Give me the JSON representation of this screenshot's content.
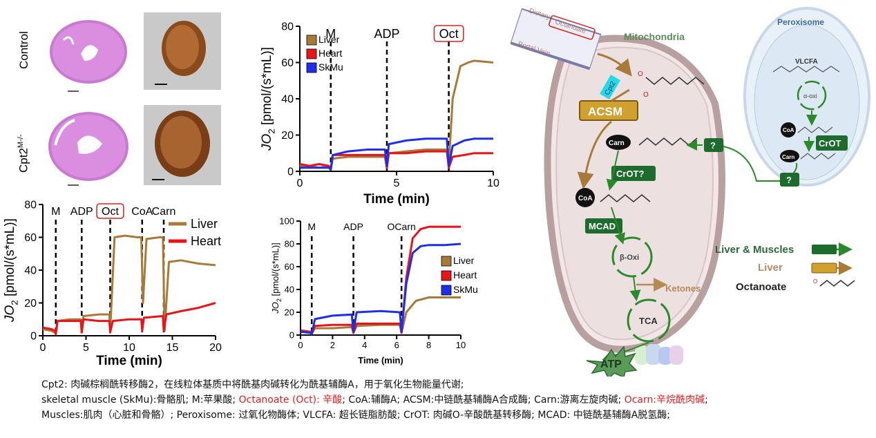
{
  "histology": {
    "row_labels": [
      "Control",
      "Cpt2",
      "M-/-"
    ]
  },
  "colors": {
    "liver": "#a87a3a",
    "heart": "#e8141a",
    "skmu": "#1f2ee8",
    "green": "#2a8a2a",
    "darkgreen": "#1e6b2e",
    "acsm": "#d1a130",
    "octbox": "#d62020"
  },
  "chart_data": [
    {
      "id": "chart_a",
      "type": "line",
      "ylabel_main": "JO",
      "ylabel_sub": "2",
      "ylabel_rest": " [pmol/(s*mL)]",
      "xlabel": "Time (min)",
      "xlim": [
        0,
        10
      ],
      "ylim": [
        0,
        80
      ],
      "xticks": [
        "0",
        "5",
        "10"
      ],
      "yticks": [
        "0",
        "20",
        "40",
        "60",
        "80"
      ],
      "markers": [
        {
          "label": "M",
          "x": 1.6,
          "boxed": false
        },
        {
          "label": "ADP",
          "x": 4.5,
          "boxed": false
        },
        {
          "label": "Oct",
          "x": 7.7,
          "boxed": true
        }
      ],
      "legend": [
        "Liver",
        "Heart",
        "SkMu"
      ],
      "series": [
        {
          "name": "Liver",
          "x": [
            0,
            0.5,
            1.0,
            1.5,
            1.6,
            1.7,
            2.5,
            3.5,
            4.4,
            4.5,
            4.6,
            5.5,
            6.5,
            7.6,
            7.7,
            7.9,
            8.3,
            8.7,
            9.0,
            10.0
          ],
          "y": [
            3,
            3,
            2,
            3,
            1,
            7,
            8,
            8,
            8,
            2,
            10,
            11,
            12,
            12,
            3,
            40,
            58,
            60,
            61,
            60
          ]
        },
        {
          "name": "Heart",
          "x": [
            0,
            0.5,
            1.0,
            1.5,
            1.6,
            1.7,
            2.5,
            3.5,
            4.4,
            4.5,
            4.6,
            5.5,
            6.5,
            7.6,
            7.7,
            7.9,
            8.5,
            9.0,
            10.0
          ],
          "y": [
            4,
            3,
            4,
            3,
            1,
            9,
            9,
            9,
            9,
            2,
            10,
            10,
            11,
            11,
            2,
            8,
            9,
            10,
            10
          ]
        },
        {
          "name": "SkMu",
          "x": [
            0,
            0.5,
            1.0,
            1.5,
            1.6,
            1.7,
            2.5,
            3.5,
            4.4,
            4.5,
            4.6,
            5.5,
            6.5,
            7.6,
            7.7,
            7.9,
            8.5,
            9.0,
            10.0
          ],
          "y": [
            2,
            2,
            2,
            2,
            1,
            9,
            11,
            12,
            12,
            3,
            15,
            17,
            18,
            18,
            3,
            14,
            17,
            18,
            18
          ]
        }
      ]
    },
    {
      "id": "chart_b",
      "type": "line",
      "ylabel_main": "JO",
      "ylabel_sub": "2",
      "ylabel_rest": " [pmol/(s*mL)]",
      "xlabel": "Time (min)",
      "xlim": [
        0,
        20
      ],
      "ylim": [
        0,
        80
      ],
      "xticks": [
        "0",
        "5",
        "10",
        "15",
        "20"
      ],
      "yticks": [
        "0",
        "20",
        "40",
        "60",
        "80"
      ],
      "markers": [
        {
          "label": "M",
          "x": 1.5,
          "boxed": false
        },
        {
          "label": "ADP",
          "x": 4.5,
          "boxed": false
        },
        {
          "label": "Oct",
          "x": 7.8,
          "boxed": true
        },
        {
          "label": "CoA",
          "x": 11.5,
          "boxed": false
        },
        {
          "label": "Carn",
          "x": 14.0,
          "boxed": false
        }
      ],
      "legend": [
        "Liver",
        "Heart"
      ],
      "series": [
        {
          "name": "Liver",
          "x": [
            0,
            1.0,
            1.4,
            1.5,
            1.7,
            3.0,
            4.4,
            4.5,
            4.7,
            6.5,
            7.7,
            7.8,
            8.3,
            9.5,
            11.0,
            11.4,
            11.6,
            12.0,
            13.5,
            13.9,
            14.1,
            14.6,
            16.0,
            18.0,
            20.0
          ],
          "y": [
            4,
            3,
            2,
            1,
            9,
            10,
            10,
            2,
            12,
            13,
            13,
            3,
            60,
            61,
            60,
            60,
            20,
            59,
            60,
            60,
            3,
            45,
            46,
            44,
            43
          ]
        },
        {
          "name": "Heart",
          "x": [
            0,
            1.0,
            1.4,
            1.5,
            1.7,
            3.0,
            4.4,
            4.5,
            4.7,
            6.5,
            7.7,
            7.8,
            8.1,
            10.0,
            11.4,
            11.5,
            11.7,
            13.9,
            14.0,
            14.3,
            16.0,
            18.0,
            20.0
          ],
          "y": [
            5,
            4,
            3,
            1,
            9,
            9,
            9,
            2,
            10,
            9,
            9,
            2,
            9,
            10,
            10,
            3,
            11,
            12,
            3,
            13,
            15,
            17,
            20
          ]
        }
      ]
    },
    {
      "id": "chart_c",
      "type": "line",
      "ylabel_main": "JO",
      "ylabel_sub": "2",
      "ylabel_rest": " [pmol/(s*mL)]",
      "xlabel": "Time (min)",
      "xlim": [
        0,
        10
      ],
      "ylim": [
        0,
        100
      ],
      "xticks": [
        "0",
        "2",
        "4",
        "6",
        "8",
        "10"
      ],
      "yticks": [
        "0",
        "20",
        "40",
        "60",
        "80",
        "100"
      ],
      "markers": [
        {
          "label": "M",
          "x": 0.7,
          "boxed": false
        },
        {
          "label": "ADP",
          "x": 3.3,
          "boxed": false
        },
        {
          "label": "OCarn",
          "x": 6.3,
          "boxed": false
        }
      ],
      "legend": [
        "Liver",
        "Heart",
        "SkMu"
      ],
      "series": [
        {
          "name": "Liver",
          "x": [
            0,
            0.6,
            0.7,
            0.9,
            2.0,
            3.2,
            3.3,
            3.5,
            5.0,
            6.2,
            6.3,
            6.6,
            7.2,
            8.0,
            9.0,
            10.0
          ],
          "y": [
            3,
            2,
            1,
            6,
            6,
            7,
            2,
            8,
            9,
            9,
            2,
            20,
            30,
            33,
            33,
            33
          ]
        },
        {
          "name": "Heart",
          "x": [
            0,
            0.6,
            0.7,
            0.9,
            2.0,
            3.2,
            3.3,
            3.5,
            5.0,
            6.2,
            6.3,
            6.6,
            7.0,
            7.5,
            8.0,
            9.0,
            10.0
          ],
          "y": [
            4,
            3,
            1,
            8,
            9,
            9,
            2,
            10,
            10,
            10,
            2,
            50,
            85,
            93,
            95,
            95,
            95
          ]
        },
        {
          "name": "SkMu",
          "x": [
            0,
            0.6,
            0.7,
            0.9,
            2.0,
            3.2,
            3.3,
            3.5,
            5.0,
            6.2,
            6.3,
            6.6,
            7.0,
            7.5,
            8.0,
            9.0,
            10.0
          ],
          "y": [
            3,
            2,
            1,
            14,
            17,
            18,
            3,
            20,
            21,
            20,
            3,
            45,
            72,
            78,
            79,
            79,
            80
          ]
        }
      ]
    }
  ],
  "diagram": {
    "dietary": "Dietary",
    "octanoate_boxed": "Octanoate",
    "portal_vein": "Portal Vein",
    "mitochondria": "Mitochondria",
    "peroxisome": "Peroxisome",
    "cpt2": "Cpt2",
    "acsm": "ACSM",
    "carn": "Carn",
    "crot_q": "CrOT?",
    "coa": "CoA",
    "mcad": "MCAD",
    "beta_oxi": "β-Oxi",
    "ketones": "Ketones",
    "tca": "TCA",
    "atp": "ATP",
    "vlcfa": "VLCFA",
    "alpha_oxi": "α-oxi",
    "crot": "CrOT",
    "question": "?",
    "legend_lm": "Liver & Muscles",
    "legend_liver": "Liver",
    "legend_oct": "Octanoate",
    "oxygen": "O"
  },
  "caption": {
    "line1": "Cpt2: 肉碱棕榈酰转移酶2，在线粒体基质中将酰基肉碱转化为酰基辅酶A，用于氧化生物能量代谢;",
    "line2_a": "skeletal muscle (SkMu):骨骼肌; M:苹果酸; ",
    "line2_b": "Octanoate (Oct): 辛酸",
    "line2_c": "; CoA:辅酶A; ACSM:中链酰基辅酶A合成酶; Carn:游离左旋肉碱; ",
    "line2_d": "Ocarn:辛烷酰肉碱",
    "line2_e": ";",
    "line3": "Muscles:肌肉（心脏和骨骼）; Peroxisome: 过氧化物酶体; VLCFA: 超长链脂肪酸; CrOT: 肉碱O-辛酸酰基转移酶; MCAD: 中链酰基辅酶A脱氢酶;"
  }
}
